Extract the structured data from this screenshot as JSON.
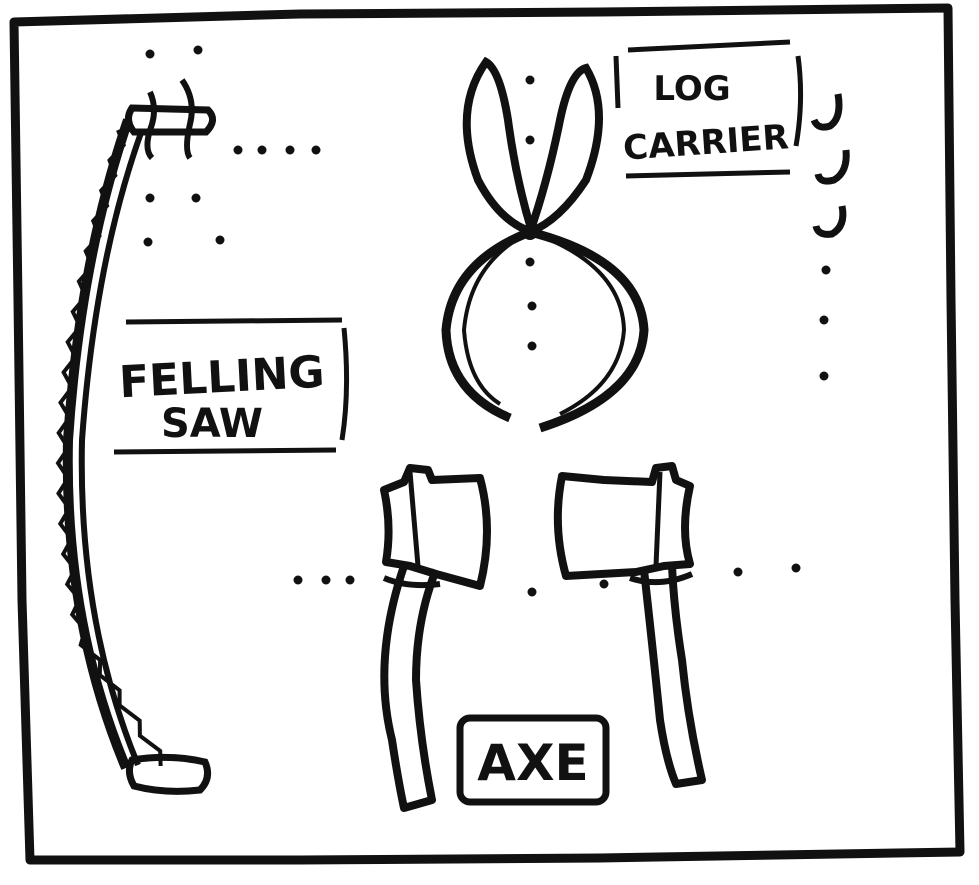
{
  "labels": {
    "felling_saw_line1": "FELLING",
    "felling_saw_line2": "SAW",
    "log_carrier_line1": "LOG",
    "log_carrier_line2": "CARRIER",
    "axe": "AXE"
  },
  "colors": {
    "ink": "#111111",
    "paper": "#ffffff"
  },
  "icons": [
    "felling-saw-icon",
    "log-carrier-icon",
    "axe-icon",
    "peg-icon"
  ]
}
